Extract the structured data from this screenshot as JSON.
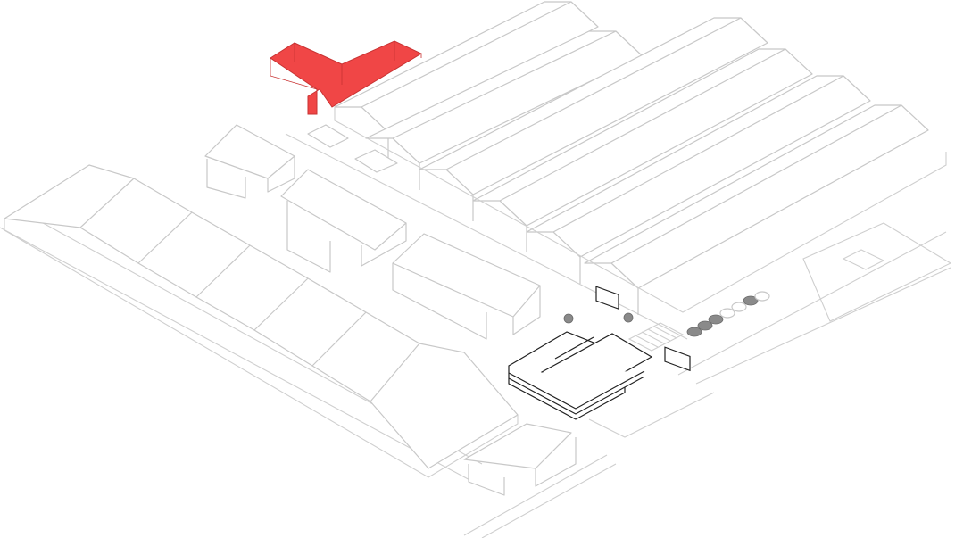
{
  "colors": {
    "highlight": "#f04646",
    "line": "#c8c8c8",
    "focus": "#222222",
    "vehicle": "#8a8a8a"
  },
  "halls": [
    {
      "low": [
        405,
        120
      ],
      "high": [
        640,
        2
      ]
    },
    {
      "low": [
        440,
        155
      ],
      "high": [
        690,
        35
      ]
    },
    {
      "low": [
        500,
        190
      ],
      "high": [
        830,
        20
      ]
    },
    {
      "low": [
        560,
        225
      ],
      "high": [
        880,
        55
      ]
    },
    {
      "low": [
        620,
        260
      ],
      "high": [
        945,
        85
      ]
    },
    {
      "low": [
        685,
        295
      ],
      "high": [
        1010,
        118
      ]
    }
  ]
}
